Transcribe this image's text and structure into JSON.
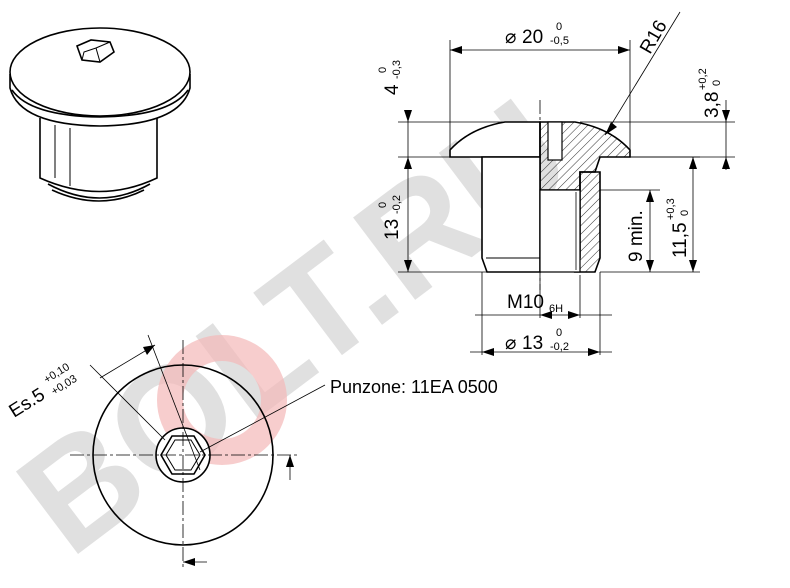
{
  "watermark": {
    "text": "BOLT.RU",
    "color": "#c8c8c8",
    "accent": "#f4b8b8"
  },
  "dimensions": {
    "top_diameter": {
      "symbol": "⌀",
      "value": "20",
      "upper": "0",
      "lower": "-0,5"
    },
    "head_height": {
      "value": "4",
      "upper": "0",
      "lower": "-0,3"
    },
    "radius": {
      "value": "R16"
    },
    "recess_depth": {
      "value": "3,8",
      "upper": "+0,2",
      "lower": "0"
    },
    "body_length": {
      "value": "13",
      "upper": "0",
      "lower": "-0,2"
    },
    "thread_depth": {
      "value": "9 min."
    },
    "overall_length": {
      "value": "11,5",
      "upper": "+0,3",
      "lower": "0"
    },
    "thread": {
      "value": "M10",
      "class": "6H"
    },
    "body_diameter": {
      "symbol": "⌀",
      "value": "13",
      "upper": "0",
      "lower": "-0,2"
    },
    "hex_size": {
      "value": "Es.5",
      "upper": "+0,10",
      "lower": "+0,03"
    }
  },
  "punch_label": "Punzone: 11EA 0500"
}
